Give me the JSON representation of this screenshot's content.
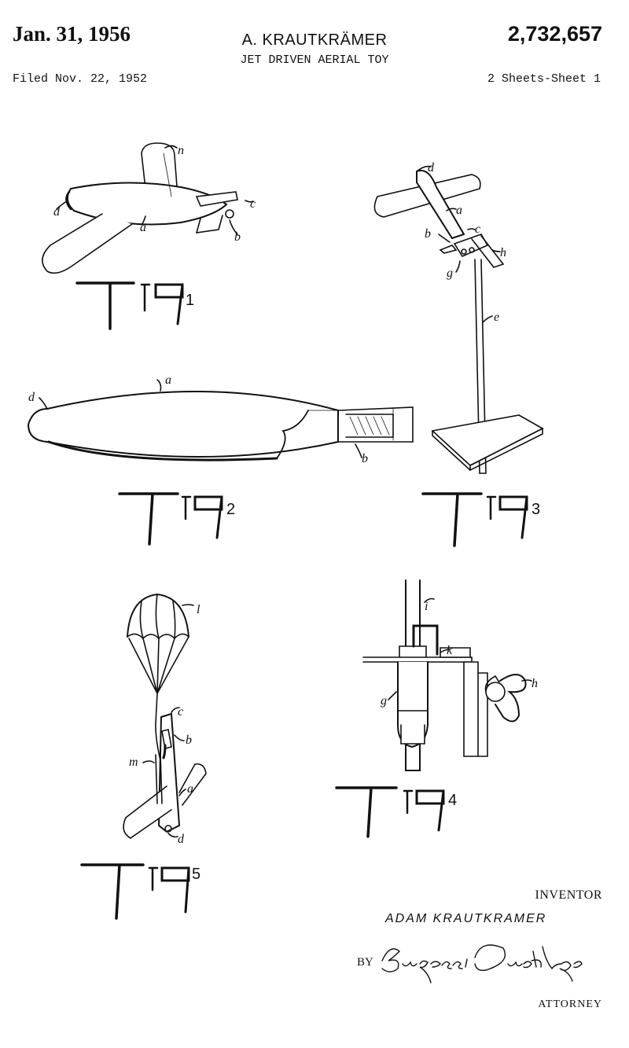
{
  "header": {
    "date": "Jan. 31, 1956",
    "inventor_name": "A. KRAUTKRÄMER",
    "patent_number": "2,732,657",
    "title": "JET DRIVEN AERIAL TOY",
    "filed": "Filed Nov. 22, 1952",
    "sheets": "2 Sheets-Sheet 1"
  },
  "figures": {
    "fig1": {
      "number": "1",
      "labels": {
        "n": "n",
        "c": "c",
        "d": "d",
        "a": "a",
        "b": "b"
      }
    },
    "fig2": {
      "number": "2",
      "labels": {
        "a": "a",
        "d": "d",
        "b": "b"
      }
    },
    "fig3": {
      "number": "3",
      "labels": {
        "d": "d",
        "a": "a",
        "c": "c",
        "b": "b",
        "h": "h",
        "g": "g",
        "e": "e"
      }
    },
    "fig4": {
      "number": "4",
      "labels": {
        "i": "i",
        "k": "k",
        "h": "h",
        "g": "g"
      }
    },
    "fig5": {
      "number": "5",
      "labels": {
        "l": "l",
        "c": "c",
        "b": "b",
        "m": "m",
        "a": "a",
        "d": "d"
      }
    }
  },
  "footer": {
    "inventor_label": "INVENTOR",
    "inventor_full": "ADAM KRAUTKRAMER",
    "by": "BY",
    "signature": "Burgess Dinklage",
    "attorney_label": "ATTORNEY"
  }
}
